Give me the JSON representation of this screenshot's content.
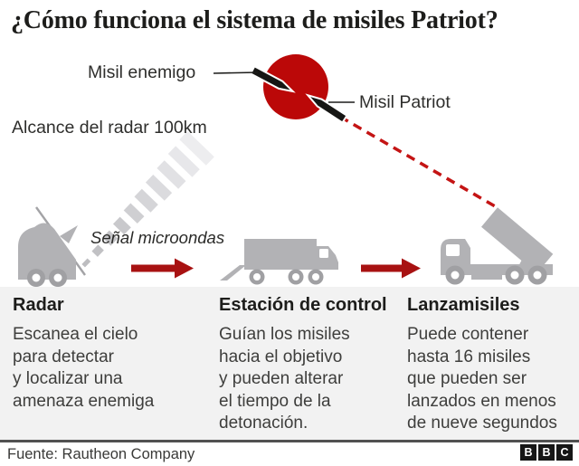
{
  "title": "¿Cómo funciona el sistema de misiles Patriot?",
  "labels": {
    "enemy_missile": "Misil enemigo",
    "patriot_missile": "Misil Patriot",
    "radar_range": "Alcance del radar 100km",
    "microwave_signal": "Señal microondas"
  },
  "columns": [
    {
      "heading": "Radar",
      "lines": [
        "Escanea el cielo",
        "para detectar",
        "y localizar una",
        "amenaza enemiga"
      ]
    },
    {
      "heading": "Estación de control",
      "lines": [
        "Guían los misiles",
        "hacia el objetivo",
        "y pueden alterar",
        "el tiempo de la",
        "detonación."
      ]
    },
    {
      "heading": "Lanzamisiles",
      "lines": [
        "Puede contener",
        "hasta 16 misiles",
        "que pueden ser",
        "lanzados en menos",
        "de nueve segundos"
      ]
    }
  ],
  "footer": {
    "source": "Fuente: Rautheon Company",
    "logo_letters": [
      "B",
      "B",
      "C"
    ]
  },
  "icons": {
    "explosion": "interception-explosion-circle",
    "enemy_missile": "enemy-missile-icon",
    "patriot_missile": "patriot-missile-icon",
    "radar_vehicle": "radar-vehicle-icon",
    "control_truck": "control-station-truck-icon",
    "launcher_truck": "missile-launcher-truck-icon",
    "flow_arrow": "red-flow-arrow-icon",
    "radar_beam": "radar-beam-icon",
    "trajectory": "dashed-missile-trajectory"
  },
  "colors": {
    "explosion_red": "#bb0808",
    "arrow_red": "#a81212",
    "trajectory_red": "#c41414",
    "vehicle_gray": "#b2b2b5",
    "panel_bg": "#f2f2f2",
    "divider_gray": "#515151",
    "text_dark": "#1d1d1b",
    "logo_black": "#161616"
  }
}
